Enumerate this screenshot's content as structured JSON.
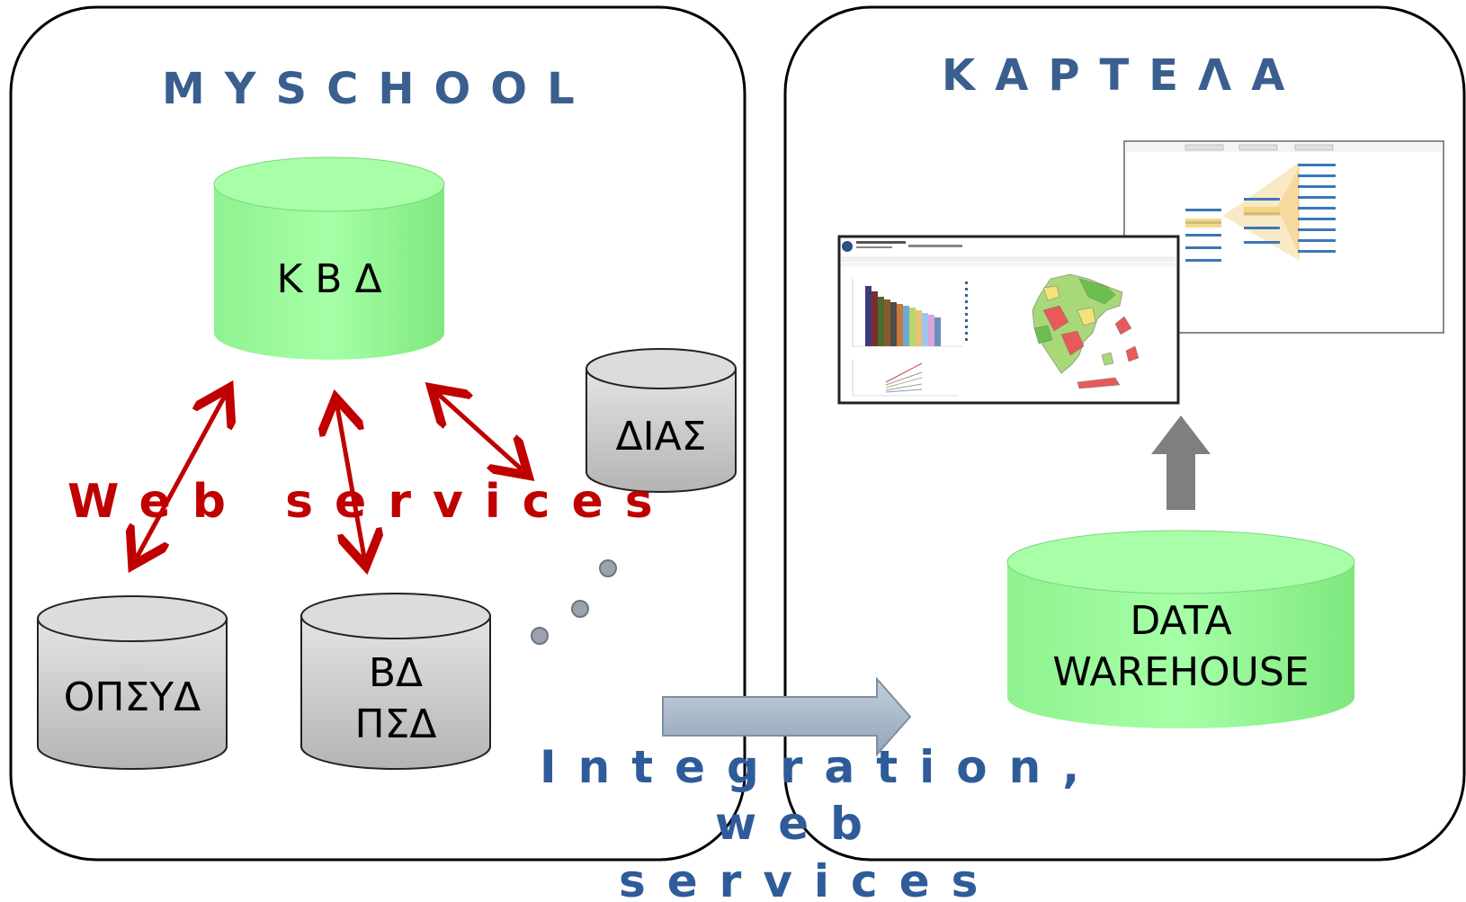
{
  "panels": {
    "left_title": "MYSCHOOL",
    "right_title": "ΚΑΡΤΕΛΑ"
  },
  "databases": {
    "kvd": "Κ Β Δ",
    "dias": "ΔΙΑΣ",
    "opsyd": "ΟΠΣΥΔ",
    "vd_line1": "ΒΔ",
    "vd_line2": "ΠΣΔ",
    "dw_line1": "DATA",
    "dw_line2": "WAREHOUSE"
  },
  "labels": {
    "web_services": "Web services",
    "integration_line1": "Integration,",
    "integration_line2": "web",
    "integration_line3": "services"
  },
  "colors": {
    "green_db": "#99ff99",
    "gray_db": "#cfcfcf",
    "red_arrow": "#c00000",
    "title_blue": "#3a5f8f",
    "integration_blue": "#2e5b9a",
    "flow_arrow": "#a9b8c8",
    "up_arrow": "#7f7f7f"
  }
}
